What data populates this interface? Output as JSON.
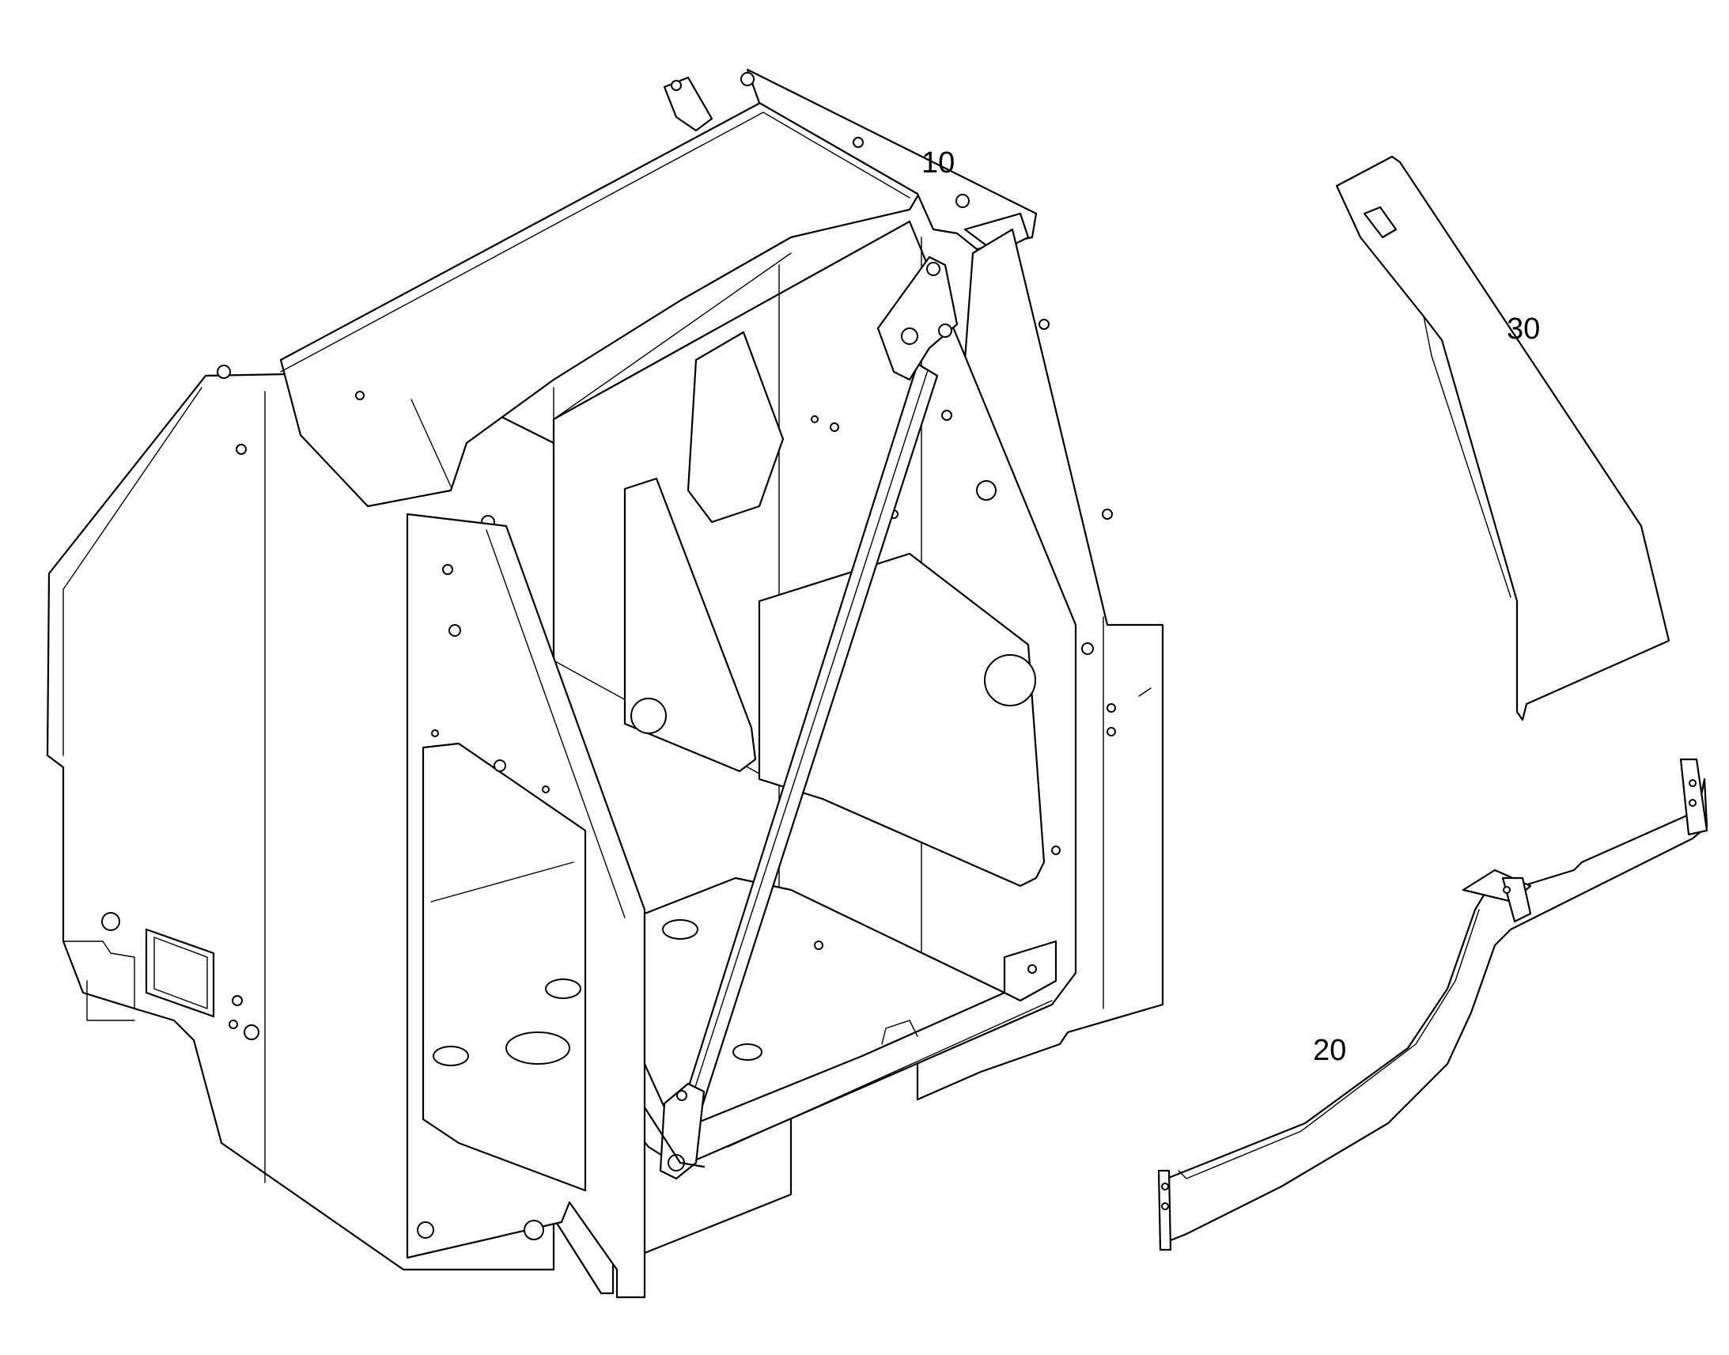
{
  "callouts": {
    "frame": "10",
    "lower_bracket": "20",
    "upper_bracket": "30"
  }
}
